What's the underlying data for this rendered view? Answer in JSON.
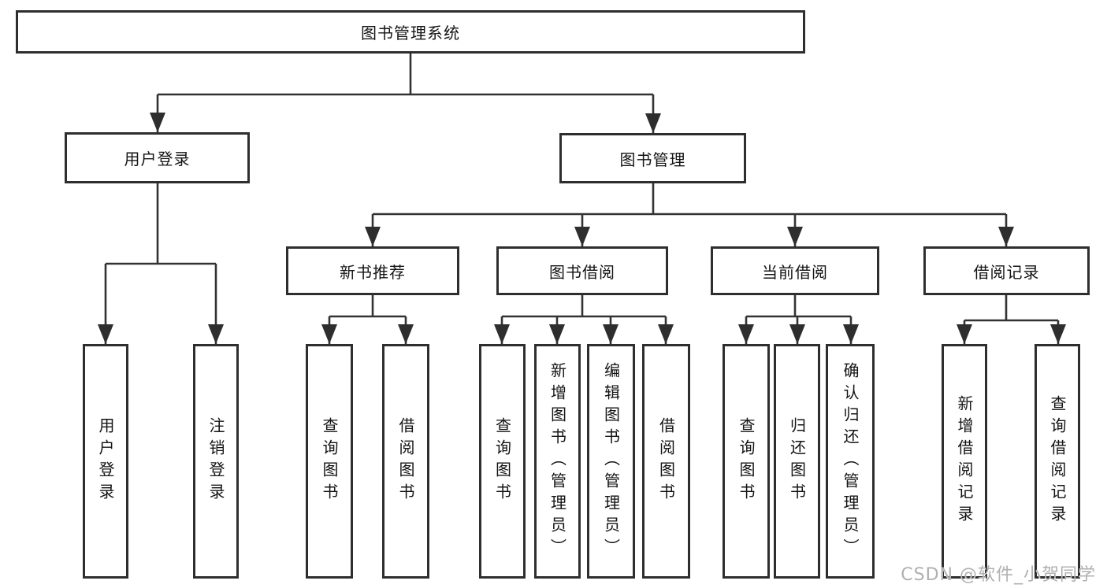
{
  "diagram_type": "hierarchy",
  "tree": {
    "label": "图书管理系统",
    "children": [
      {
        "label": "用户登录",
        "children": [
          {
            "label": "用户登录"
          },
          {
            "label": "注销登录"
          }
        ]
      },
      {
        "label": "图书管理",
        "children": [
          {
            "label": "新书推荐",
            "children": [
              {
                "label": "查询图书"
              },
              {
                "label": "借阅图书"
              }
            ]
          },
          {
            "label": "图书借阅",
            "children": [
              {
                "label": "查询图书"
              },
              {
                "label": "新增图书（管理员）"
              },
              {
                "label": "编辑图书（管理员）"
              },
              {
                "label": "借阅图书"
              }
            ]
          },
          {
            "label": "当前借阅",
            "children": [
              {
                "label": "查询图书"
              },
              {
                "label": "归还图书"
              },
              {
                "label": "确认归还（管理员）"
              }
            ]
          },
          {
            "label": "借阅记录",
            "children": [
              {
                "label": "新增借阅记录"
              },
              {
                "label": "查询借阅记录"
              }
            ]
          }
        ]
      }
    ]
  },
  "watermark": "CSDN @软件_小贺同学",
  "colors": {
    "line": "#333333",
    "box_border": "#2e2e2e",
    "text": "#141414",
    "watermark": "#b0b0b0",
    "background": "#ffffff"
  }
}
